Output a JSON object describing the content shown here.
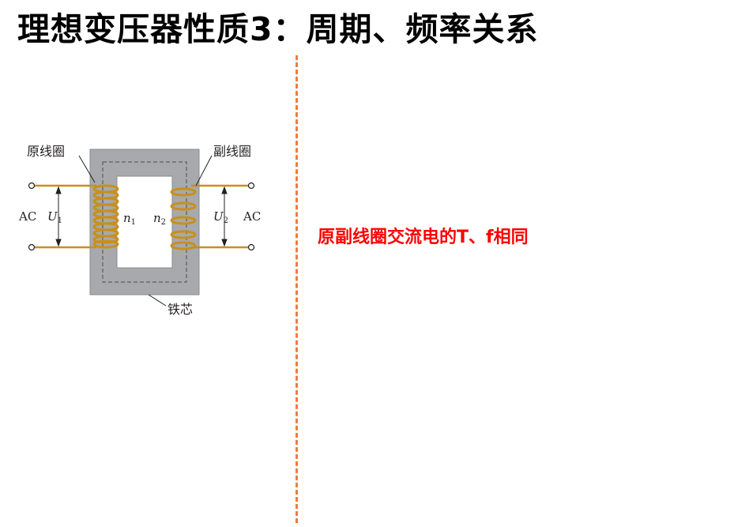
{
  "title": "理想变压器性质3：周期、频率关系",
  "note": "原副线圈交流电的T、f相同",
  "diagram": {
    "primary_coil_label": "原线圈",
    "secondary_coil_label": "副线圈",
    "core_label": "铁芯",
    "ac_left": "AC",
    "ac_right": "AC",
    "u1": "U",
    "u1_sub": "1",
    "u2": "U",
    "u2_sub": "2",
    "n1": "n",
    "n1_sub": "1",
    "n2": "n",
    "n2_sub": "2"
  },
  "colors": {
    "divider": "#f07c3a",
    "note": "#ff0000",
    "coil": "#c8901a",
    "core": "#a7a9ac"
  }
}
